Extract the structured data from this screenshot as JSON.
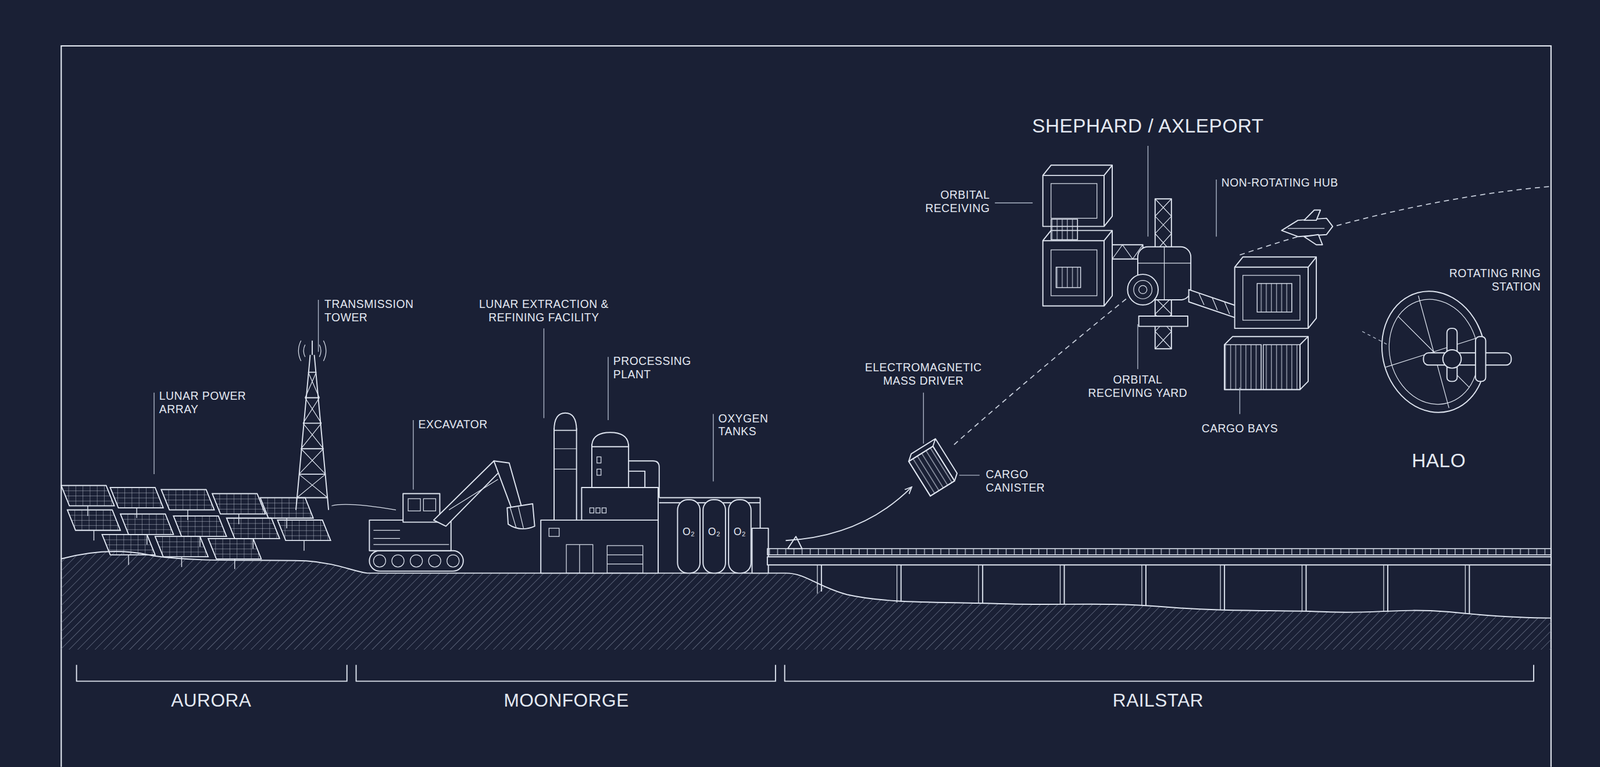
{
  "diagram": {
    "labels": [
      "SHEPHARD / AXLEPORT",
      "NON-ROTATING HUB",
      "ORBITAL RECEIVING",
      "ROTATING RING STATION",
      "LUNAR EXTRACTION & REFINING FACILITY",
      "TRANSMISSION TOWER",
      "PROCESSING PLANT",
      "ELECTROMAGNETIC MASS DRIVER",
      "ORBITAL RECEIVING YARD",
      "LUNAR POWER ARRAY",
      "OXYGEN TANKS",
      "EXCAVATOR",
      "CARGO BAYS",
      "HALO",
      "CARGO CANISTER",
      "O₂",
      "O₂",
      "O₂",
      "AURORA",
      "MOONFORGE",
      "RAILSTAR"
    ]
  }
}
